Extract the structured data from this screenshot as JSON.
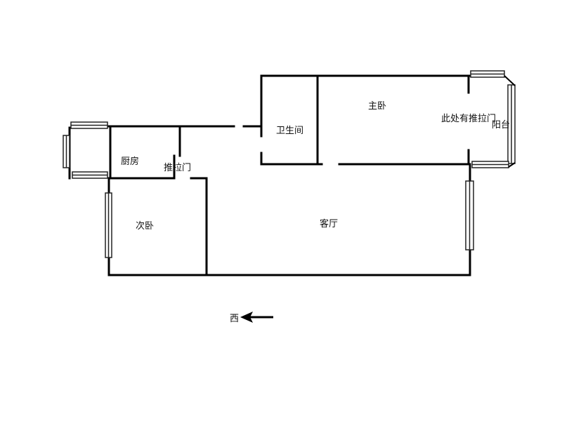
{
  "rooms": {
    "kitchen": "厨房",
    "sliding_door": "推拉门",
    "bathroom": "卫生间",
    "master_bedroom": "主卧",
    "sliding_door_note": "此处有推拉门",
    "balcony": "阳台",
    "second_bedroom": "次卧",
    "living_room": "客厅"
  },
  "compass": {
    "label": "西",
    "arrow_icon": "left-arrow-icon"
  },
  "colors": {
    "wall": "#000000",
    "window_frame": "#222222",
    "window_fill": "#ffffff",
    "background": "#ffffff"
  }
}
